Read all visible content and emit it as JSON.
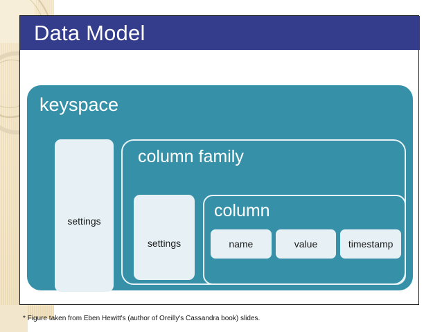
{
  "slide": {
    "title": "Data Model",
    "footnote": "* Figure taken from Eben Hewitt's (author of Oreilly's Cassandra book) slides.",
    "colors": {
      "title_bar": "#343c8c",
      "title_text": "#ffffff",
      "teal_fill": "#3691a8",
      "light_box": "#e7f1f5",
      "box_text": "#1c1c1c",
      "outline": "#e9f3f6",
      "background_band": "#f0e0bd",
      "slide_background": "#ffffff"
    }
  },
  "diagram": {
    "keyspace": {
      "label": "keyspace",
      "settings_label": "settings",
      "column_family": {
        "label": "column family",
        "settings_label": "settings",
        "column": {
          "label": "column",
          "fields": [
            {
              "label": "name"
            },
            {
              "label": "value"
            },
            {
              "label": "timestamp"
            }
          ]
        }
      }
    }
  }
}
